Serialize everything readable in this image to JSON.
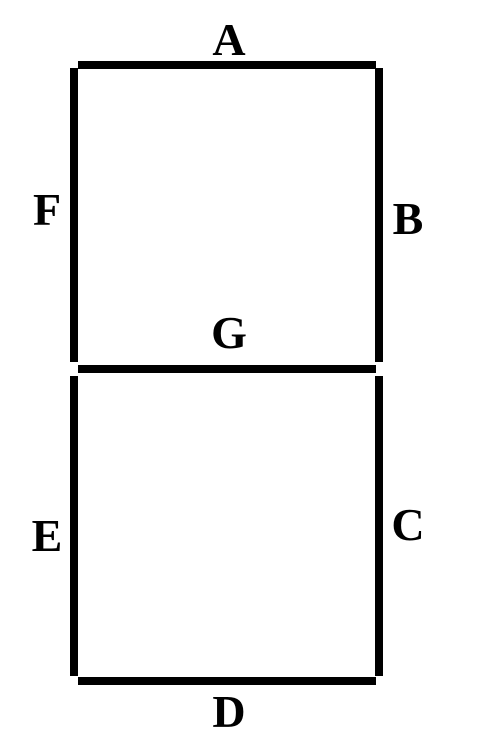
{
  "diagram": {
    "segments": [
      {
        "id": "a",
        "label": "A"
      },
      {
        "id": "b",
        "label": "B"
      },
      {
        "id": "c",
        "label": "C"
      },
      {
        "id": "d",
        "label": "D"
      },
      {
        "id": "e",
        "label": "E"
      },
      {
        "id": "f",
        "label": "F"
      },
      {
        "id": "g",
        "label": "G"
      }
    ],
    "stroke_color": "#000000",
    "background_color": "#ffffff"
  }
}
